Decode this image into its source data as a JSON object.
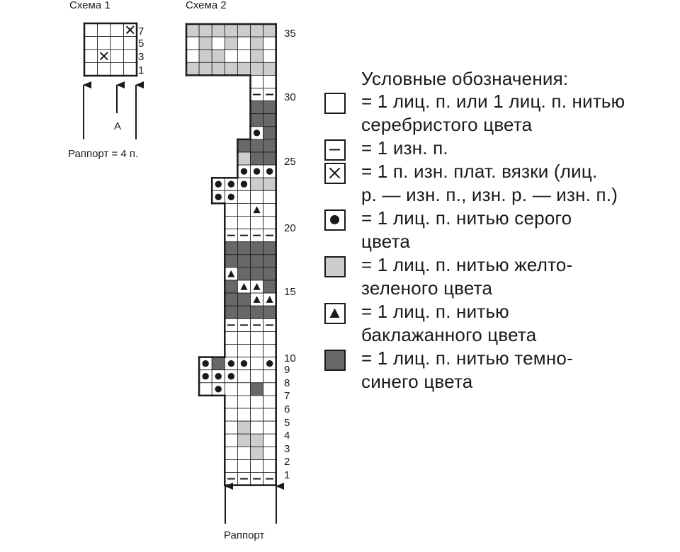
{
  "scheme1": {
    "title": "Схема 1",
    "row_numbers": [
      "7",
      "5",
      "3",
      "1"
    ],
    "label_a": "A",
    "repeat_label": "Раппорт = 4 п.",
    "rows": [
      "...X",
      "....",
      ".X..",
      "...."
    ]
  },
  "scheme2": {
    "title": "Схема 2",
    "repeat_label": "Раппорт",
    "row_numbers": [
      "35",
      "30",
      "25",
      "20",
      "15",
      "10",
      "9",
      "8",
      "7",
      "6",
      "5",
      "4",
      "3",
      "2",
      "1"
    ],
    "rows": [
      "LLLLLLL",
      ".L.L.L.",
      ".LL..L.",
      "LLLLLLL",
      "     ..",
      "     --",
      "     DD",
      "     DD",
      "     GD",
      "    DDD",
      "    LDD",
      "    GGG",
      "  GGGLL",
      "  GG...",
      "   ..T.",
      "   ....",
      "   ----",
      "   DDDD",
      "   DDDD",
      "   TDDD",
      "   DTTD",
      "   DDTT",
      "   DDDD",
      "   ----",
      "   ....",
      "   ....",
      " GDGG.G",
      " GGG...",
      " .G..D.",
      "   ....",
      "   ....",
      "   .L..",
      "   .LL.",
      "   ..L.",
      "   ....",
      "   ----"
    ]
  },
  "legend": {
    "title": "Условные обозначения:",
    "items": [
      {
        "symbol": "white-square",
        "lines": [
          "= 1 лиц. п. или 1 лиц. п. нитью",
          "серебристого цвета"
        ]
      },
      {
        "symbol": "dash",
        "lines": [
          "= 1 изн. п."
        ]
      },
      {
        "symbol": "cross",
        "lines": [
          "= 1 п. изн. плат. вязки (лиц.",
          "р. — изн. п., изн. р. — изн. п.)"
        ]
      },
      {
        "symbol": "dot",
        "lines": [
          "= 1 лиц. п. нитью серого",
          "цвета"
        ]
      },
      {
        "symbol": "light-gray",
        "lines": [
          "= 1 лиц. п. нитью желто-",
          "зеленого цвета"
        ]
      },
      {
        "symbol": "triangle",
        "lines": [
          "= 1 лиц. п. нитью",
          "баклажанного цвета"
        ]
      },
      {
        "symbol": "dark-gray",
        "lines": [
          "= 1 лиц. п. нитью темно-",
          "синего цвета"
        ]
      }
    ]
  },
  "colors": {
    "light_gray": "#cdcdcd",
    "dark_gray": "#686868",
    "line": "#1a1a1a"
  }
}
